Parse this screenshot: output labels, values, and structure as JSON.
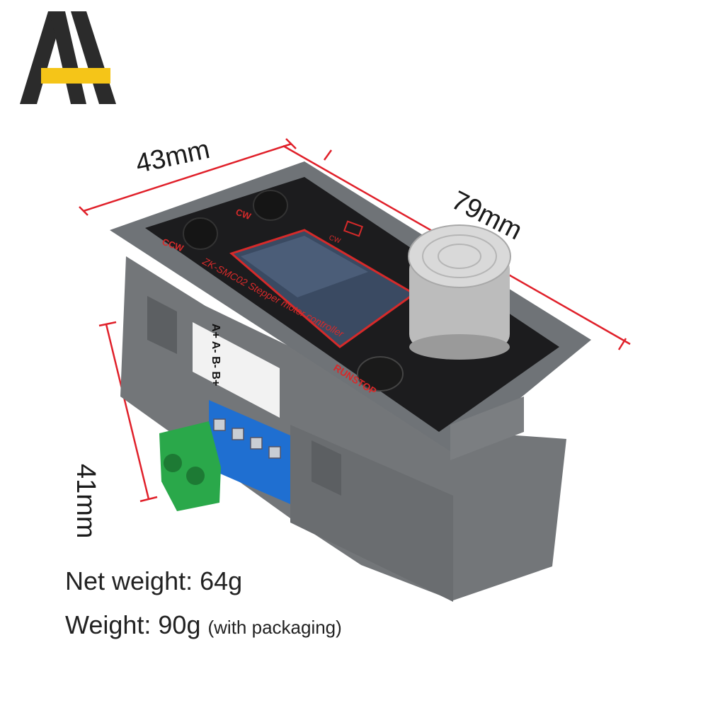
{
  "logo": {
    "accent_color": "#f5c518",
    "dark_color": "#2b2b2b"
  },
  "dimensions": {
    "width": "43mm",
    "length": "79mm",
    "height": "41mm",
    "line_color": "#e0202a"
  },
  "device": {
    "model_label": "ZK-SMC02 Stepper motor controller",
    "ccw_label": "CCW",
    "cw_label": "CW",
    "cw_indicator_label": "CW",
    "runstop_label": "RUNSTOP",
    "terminal_label": "A+ A- B- B+",
    "housing_color": "#6f7377",
    "terminal_color": "#1f6fd1",
    "connector_color": "#2aa84a"
  },
  "specs": {
    "net_weight": "Net weight: 64g",
    "weight": "Weight: 90g",
    "weight_note": "(with packaging)"
  }
}
